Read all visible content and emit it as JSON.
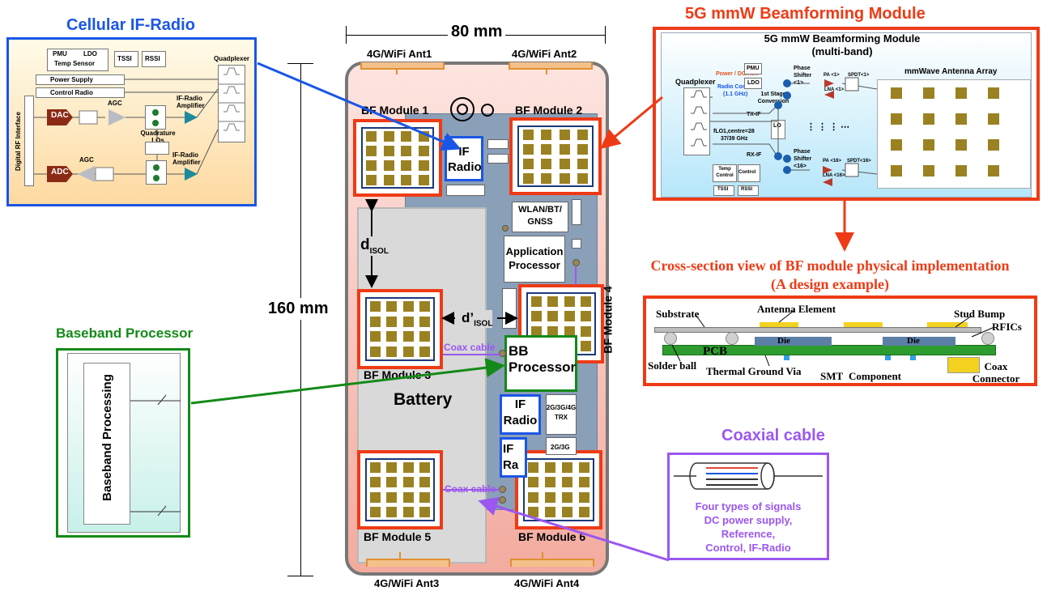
{
  "colors": {
    "blue": "#1a56e6",
    "red": "#ee3b16",
    "green": "#138a17",
    "purple": "#9b57f0",
    "module_border": "#ee3b16",
    "antenna": "#9a8223",
    "board": "#8a9fb8",
    "phone_body": "#f5b7ae",
    "battery": "#d9d9d9"
  },
  "titles": {
    "cellular": "Cellular IF-Radio",
    "beamforming": "5G mmW Beamforming Module",
    "baseband": "Baseband Processor",
    "coax": "Coaxial cable",
    "cross1": "Cross-section view of BF module physical implementation",
    "cross2": "(A design example)"
  },
  "dims": {
    "width": "80 mm",
    "height": "160 mm"
  },
  "phone": {
    "ant1": "4G/WiFi Ant1",
    "ant2": "4G/WiFi Ant2",
    "ant3": "4G/WiFi Ant3",
    "ant4": "4G/WiFi Ant4",
    "bf1": "BF Module 1",
    "bf2": "BF Module 2",
    "bf3": "BF Module 3",
    "bf4": "BF Module 4",
    "bf5": "BF Module 5",
    "bf6": "BF Module 6",
    "if_radio": "IF Radio",
    "wlan": "WLAN/BT/ GNSS",
    "app_proc": "Application Processor",
    "bb_proc": "BB Processor",
    "if_radio2": "IF Radio",
    "trx": "2G/3G/4G TRX",
    "if_radio3": "IF Ra",
    "trx2": "2G/3G",
    "battery": "Battery",
    "disol": "d",
    "disol_sub": "ISOL",
    "dpisol": "d’",
    "dpisol_sub": "ISOL",
    "coax1": "Coax cable",
    "coax2": "Coax cable"
  },
  "cell_diagram": {
    "pmu": "PMU",
    "ldo": "LDO",
    "temp": "Temp Sensor",
    "tssi": "TSSI",
    "rssi": "RSSI",
    "quadplexer": "Quadplexer",
    "power_supply": "Power Supply",
    "control_radio": "Control Radio",
    "agc1": "AGC",
    "agc2": "AGC",
    "dac": "DAC",
    "adc": "ADC",
    "if_amp1": "IF-Radio Amplifier",
    "if_amp2": "IF-Radio Amplifier",
    "quad_los": "Quadrature LOs",
    "digital_rf": "Digital RF Interface"
  },
  "bf_diagram": {
    "title1": "5G mmW Beamforming Module",
    "title2": "(multi-band)",
    "quadplexer": "Quadplexer",
    "power": "Power / DC/Ref.",
    "radio_ctrl": "Radio Control",
    "radio_freq": "(1.1 GHz)",
    "pmu": "PMU",
    "ldo": "LDO",
    "stage": "1st Stage Conversion",
    "txif": "TX-IF",
    "rxif": "RX-IF",
    "lo": "LO",
    "flo1": "fLO1,centre=28",
    "flo2": "37/39 GHz",
    "phase1": "Phase Shifter <1>",
    "phase16": "Phase Shifter <16>",
    "pa1": "PA <1>",
    "lna1": "LNA <1>",
    "pa16": "PA <16>",
    "lna16": "LNA <16>",
    "spdt1": "SPDT<1>",
    "spdt16": "SPDT<16>",
    "array": "mmWave Antenna Array",
    "temp": "Temp Control",
    "control": "Control",
    "tssi": "TSSI",
    "rssi": "RSSI",
    "dots": "⋮    ⋮    ⋮  ⋯"
  },
  "cross_section": {
    "substrate": "Substrate",
    "antenna": "Antenna Element",
    "stud": "Stud Bump",
    "rfics": "RFICs",
    "pcb": "PCB",
    "die1": "Die",
    "die2": "Die",
    "solder": "Solder ball",
    "thermal": "Thermal Ground Via",
    "smt": "SMT",
    "component": "Component",
    "coax": "Coax Connector"
  },
  "baseband": {
    "label": "Baseband Processing"
  },
  "coax_box": {
    "line1": "Four types of signals",
    "line2": "DC power supply,",
    "line3": "Reference,",
    "line4": "Control, IF-Radio"
  }
}
